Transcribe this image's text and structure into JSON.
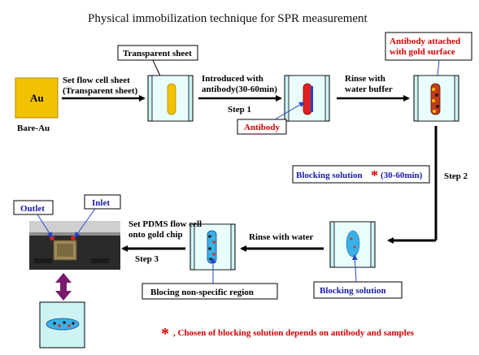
{
  "title": "Physical immobilization technique for SPR measurement",
  "au_label": "Au",
  "bare_au": "Bare-Au",
  "transparent_sheet": "Transparent sheet",
  "set_flow_cell_1": "Set flow cell sheet",
  "set_flow_cell_2": "(Transparent sheet)",
  "introduced_1": "Introduced with",
  "introduced_2": "antibody(30-60min)",
  "step1": "Step 1",
  "antibody_callout": "Antibody",
  "rinse_buffer_1": "Rinse with",
  "rinse_buffer_2": "water buffer",
  "antibody_attached_1": "Antibody  attached",
  "antibody_attached_2": "with gold surface",
  "blocking_solution_1": "Blocking solution",
  "asterisk": "*",
  "blocking_time": "(30-60min)",
  "step2": "Step 2",
  "rinse_water": "Rinse with water",
  "blocking_solution_2": "Blocking solution",
  "set_pdms_1": "Set PDMS flow cell",
  "set_pdms_2": "onto gold chip",
  "step3": "Step 3",
  "bloking_region": "Blocing non-specific region",
  "outlet": "Outlet",
  "inlet": "Inlet",
  "note": ", Chosen of blocking solution depends on antibody and samples",
  "colors": {
    "gold": "#f2c200",
    "cyan": "#c9f4f7",
    "red_text": "#d40000",
    "blue_text": "#1a1aa6",
    "arrow": "#000000",
    "purple_arrow": "#7a1a6e"
  }
}
